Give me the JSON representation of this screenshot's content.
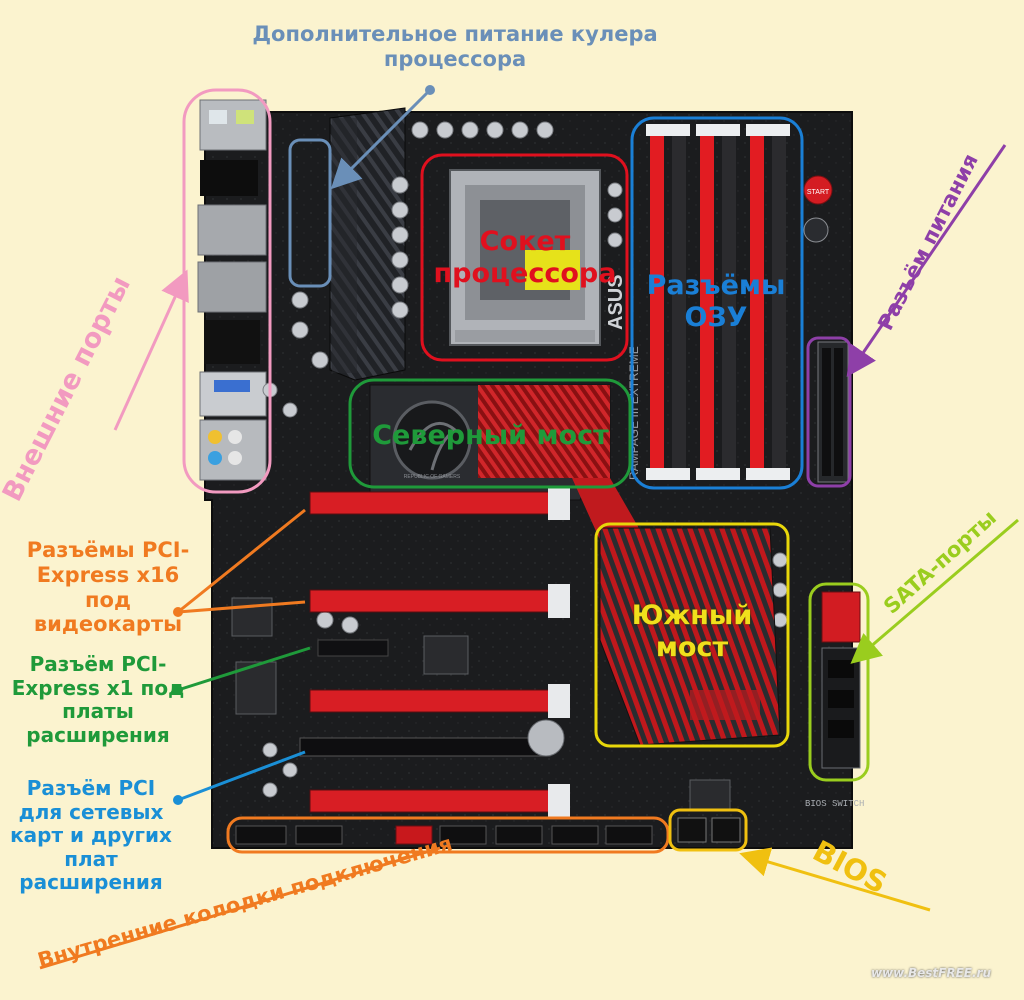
{
  "colors": {
    "background": "#fbf3cf",
    "board": "#1a1a1a",
    "cpu_power": "#6a8fb8",
    "socket": "#e0101e",
    "ram": "#1a7fd6",
    "power": "#8e3fa8",
    "external": "#f29ac0",
    "northbridge": "#1f9a3a",
    "southbridge": "#e8d70a",
    "sata": "#9acd1e",
    "pcie16": "#f07a20",
    "pcie1": "#1f9a3a",
    "pci": "#1a8fd6",
    "headers": "#f07a20",
    "bios": "#f0c010"
  },
  "labels": {
    "cpu_power": "Дополнительное питание кулера процессора",
    "socket": "Сокет процессора",
    "ram": "Разъёмы ОЗУ",
    "power": "Разъём питания",
    "external": "Внешние порты",
    "northbridge": "Северный мост",
    "southbridge": "Южный мост",
    "sata": "SATA-порты",
    "pcie16": "Разъёмы PCI-Express x16 под видеокарты",
    "pcie1": "Разъём PCI-Express x1 под платы расширения",
    "pci": "Разъём PCI для сетевых карт и других плат расширения",
    "headers": "Внутренние колодки подключения",
    "bios": "BIOS",
    "watermark": "www.BestFREE.ru"
  },
  "board_markings": {
    "brand": "ASUS",
    "model": "RAMPAGE III EXTREME",
    "bios_switch": "BIOS SWITCH",
    "start_button": "START",
    "rog": "REPUBLIC OF GAMERS"
  }
}
